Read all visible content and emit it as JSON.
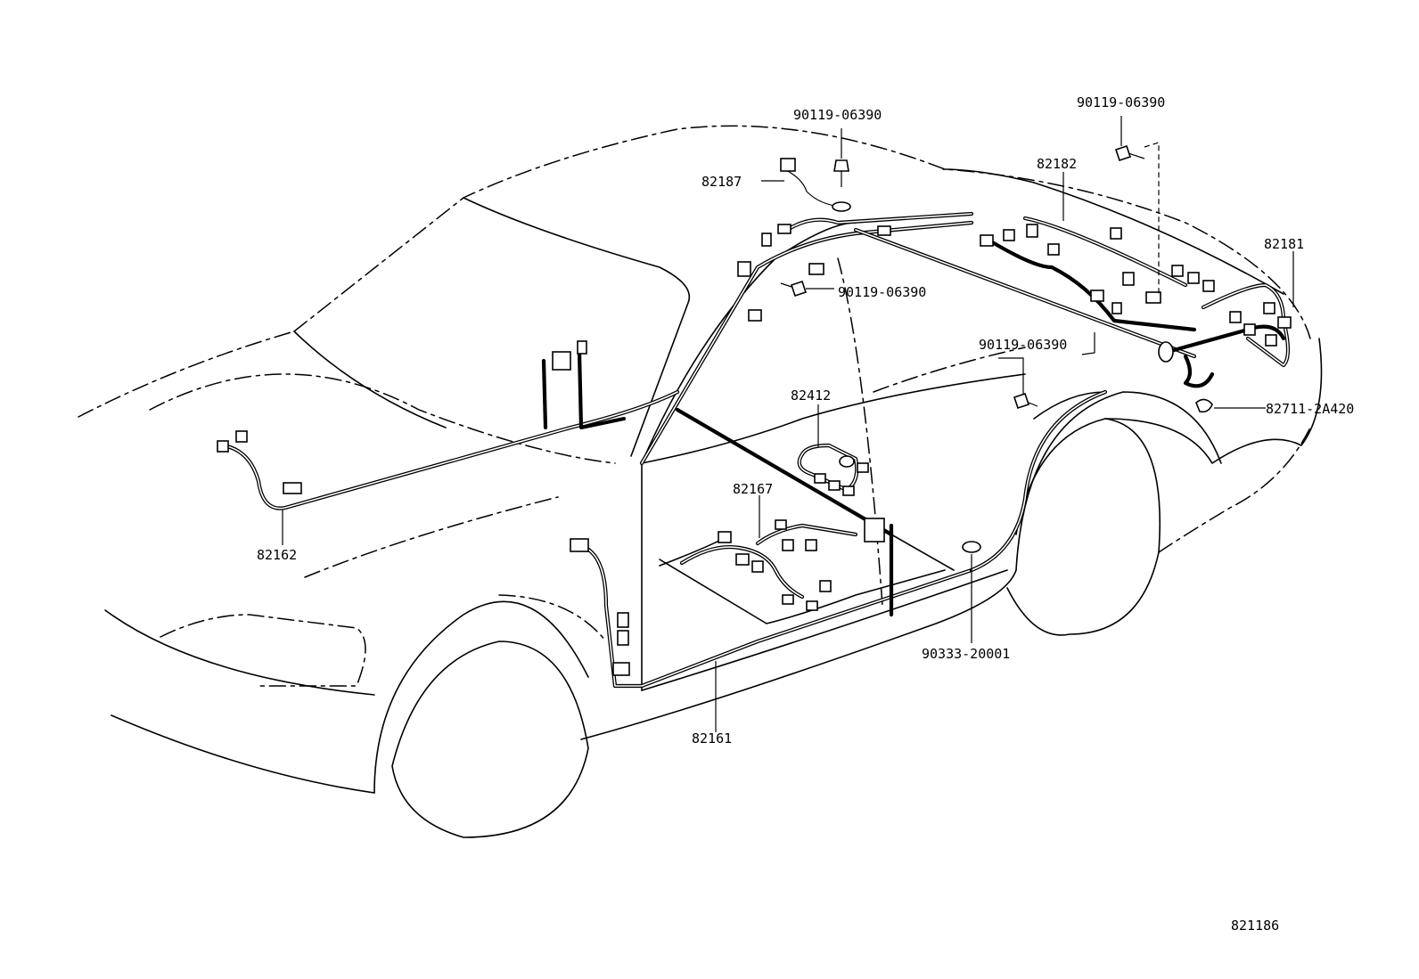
{
  "labels": {
    "bolt_top_left": "90119-06390",
    "bolt_top_right": "90119-06390",
    "bolt_mid": "90119-06390",
    "bolt_right": "90119-06390",
    "part_82187": "82187",
    "part_82182": "82182",
    "part_82181": "82181",
    "part_82412": "82412",
    "part_82167": "82167",
    "part_82162": "82162",
    "part_82161": "82161",
    "clamp_90333": "90333-20001",
    "part_82711": "82711-2A420",
    "diagram_id": "821186"
  }
}
